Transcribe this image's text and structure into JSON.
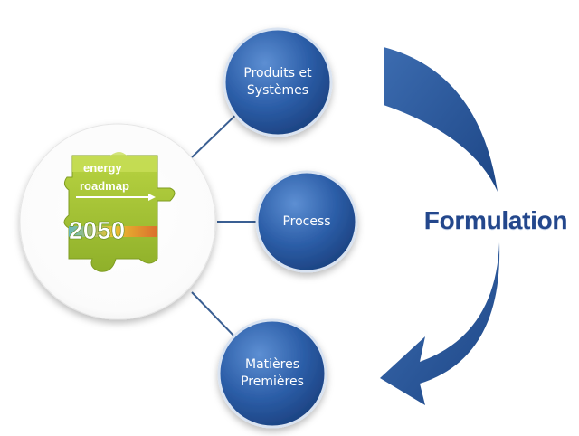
{
  "diagram": {
    "nodes": [
      {
        "id": "produits",
        "label": "Produits et\nSystèmes"
      },
      {
        "id": "process",
        "label": "Process"
      },
      {
        "id": "matieres",
        "label": "Matières\nPremières"
      }
    ],
    "cycle_label": "Formulation",
    "logo": {
      "line1": "energy",
      "line2": "roadmap",
      "year": "2050"
    },
    "colors": {
      "node": "#2c5ea8",
      "arrow": "#2a5798",
      "connector": "#3a5f93",
      "text": "#23478c"
    }
  }
}
